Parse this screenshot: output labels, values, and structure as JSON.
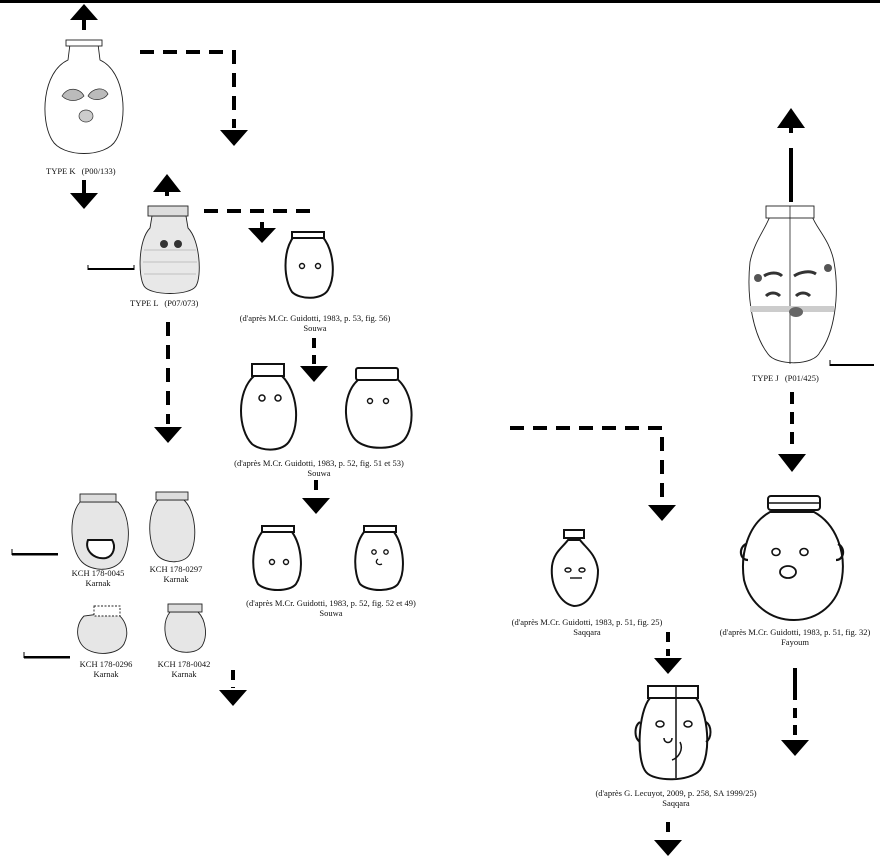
{
  "type_k": {
    "name": "TYPE K",
    "inv": "(P00/133)"
  },
  "type_l": {
    "name": "TYPE L",
    "inv": "(P07/073)"
  },
  "type_j": {
    "name": "TYPE J",
    "inv": "(P01/425)"
  },
  "souwa_56": {
    "ref": "(d'après M.Cr. Guidotti, 1983, p. 53, fig. 56)",
    "site": "Souwa"
  },
  "souwa_51_53": {
    "ref": "(d'après M.Cr. Guidotti, 1983, p. 52, fig. 51 et 53)",
    "site": "Souwa"
  },
  "souwa_52_49": {
    "ref": "(d'après M.Cr. Guidotti, 1983, p. 52, fig. 52 et 49)",
    "site": "Souwa"
  },
  "saqqara_25": {
    "ref": "(d'après M.Cr. Guidotti, 1983, p. 51, fig. 25)",
    "site": "Saqqara"
  },
  "fayoum_32": {
    "ref": "(d'après M.Cr. Guidotti, 1983, p. 51, fig. 32)",
    "site": "Fayoum"
  },
  "saqqara_lecuyot": {
    "ref": "(d'après G. Lecuyot, 2009, p. 258, SA 1999/25)",
    "site": "Saqqara"
  },
  "karnak": [
    {
      "code": "KCH 178-0045",
      "site": "Karnak"
    },
    {
      "code": "KCH 178-0297",
      "site": "Karnak"
    },
    {
      "code": "KCH 178-0296",
      "site": "Karnak"
    },
    {
      "code": "KCH 178-0042",
      "site": "Karnak"
    }
  ]
}
